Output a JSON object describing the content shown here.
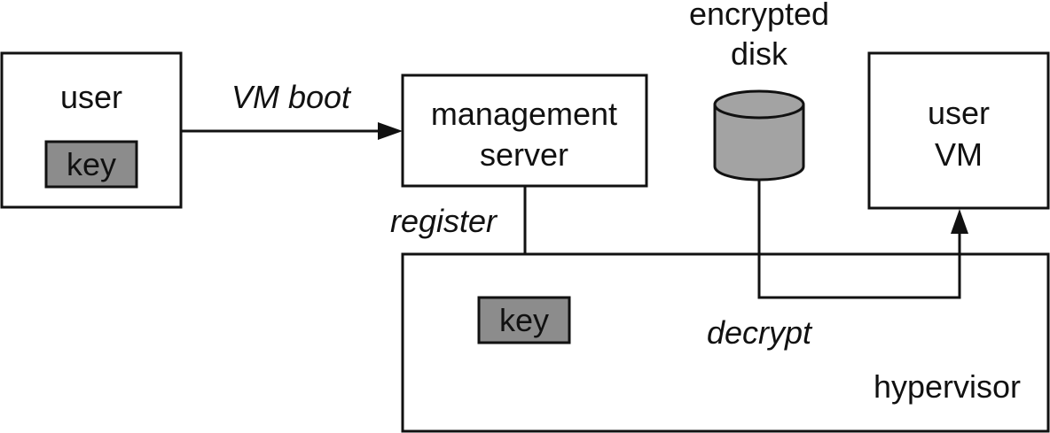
{
  "nodes": {
    "user": {
      "label": "user",
      "key_label": "key"
    },
    "management_server": {
      "line1": "management",
      "line2": "server"
    },
    "encrypted_disk": {
      "line1": "encrypted",
      "line2": "disk"
    },
    "user_vm": {
      "line1": "user",
      "line2": "VM"
    },
    "hypervisor": {
      "label": "hypervisor",
      "key_label": "key"
    }
  },
  "edges": {
    "vm_boot": "VM boot",
    "register": "register",
    "decrypt": "decrypt"
  },
  "colors": {
    "stroke": "#111111",
    "key_fill": "#8c8c8c",
    "disk_fill": "#a3a3a3",
    "background": "#ffffff"
  }
}
